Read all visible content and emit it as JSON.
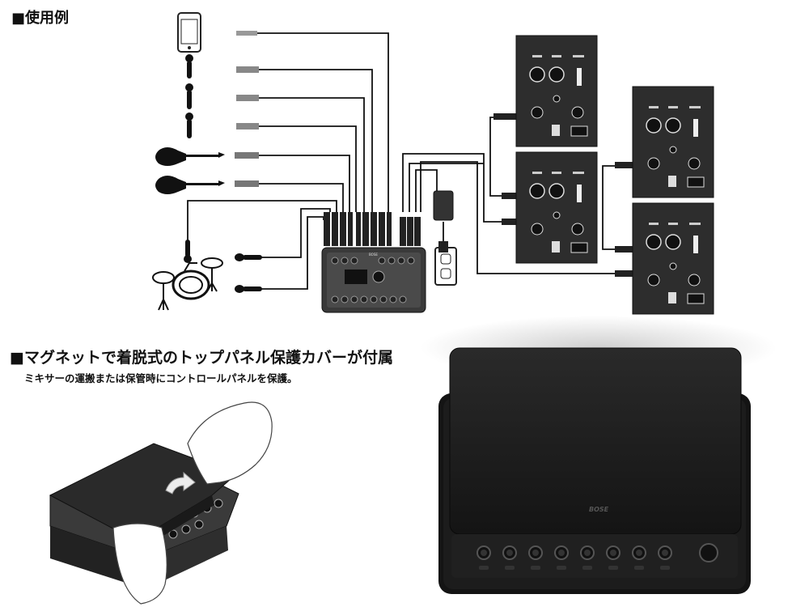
{
  "section1": {
    "title": "■使用例"
  },
  "section2": {
    "title": "■マグネットで着脱式のトップパネル保護カバーが付属",
    "subtitle": "ミキサーの運搬または保管時にコントロールパネルを保護。"
  },
  "mixer": {
    "brand": "BOSE"
  },
  "colors": {
    "panel": "#2b2b2b",
    "cover": "#1f1f1f",
    "cable": "#111111",
    "arrow": "#e8e8e8"
  },
  "icons": [
    "phone-icon",
    "microphone-icon",
    "guitar-icon",
    "drum-kit-icon",
    "power-adapter-icon",
    "wall-outlet-icon",
    "speaker-back-panel-icon",
    "mixer-icon",
    "hand-icon",
    "cover-icon"
  ]
}
